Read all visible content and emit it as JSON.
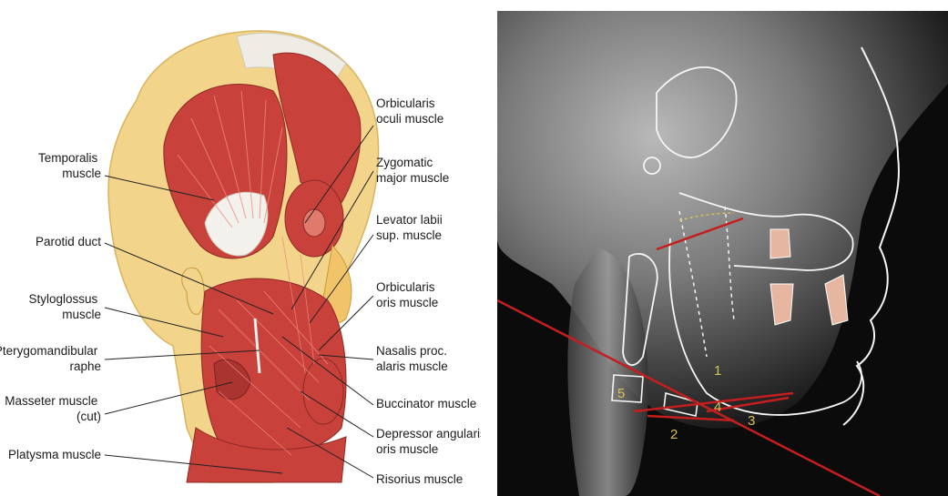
{
  "left_figure": {
    "labels_left": [
      {
        "lines": [
          "Temporalis",
          "muscle"
        ]
      },
      {
        "lines": [
          "Parotid duct"
        ]
      },
      {
        "lines": [
          "Styloglossus",
          "muscle"
        ]
      },
      {
        "lines": [
          "Pterygomandibular",
          "raphe"
        ]
      },
      {
        "lines": [
          "Masseter muscle",
          "(cut)"
        ]
      },
      {
        "lines": [
          "Platysma muscle"
        ]
      }
    ],
    "labels_right": [
      {
        "lines": [
          "Orbicularis",
          "oculi muscle"
        ]
      },
      {
        "lines": [
          "Zygomatic",
          "major muscle"
        ]
      },
      {
        "lines": [
          "Levator labii",
          "sup. muscle"
        ]
      },
      {
        "lines": [
          "Orbicularis",
          "oris muscle"
        ]
      },
      {
        "lines": [
          "Nasalis proc.",
          "alaris muscle"
        ]
      },
      {
        "lines": [
          "Buccinator muscle"
        ]
      },
      {
        "lines": [
          "Depressor angularis",
          "oris muscle"
        ]
      },
      {
        "lines": [
          "Risorius muscle"
        ]
      }
    ]
  },
  "right_figure": {
    "numbers": [
      "5",
      "1",
      "2",
      "3",
      "4"
    ]
  },
  "colors": {
    "bone": "#f2d58a",
    "muscle": "#c8413a",
    "muscle_light": "#e07a6c",
    "tendon": "#f3f1ec",
    "xray_line": "#c41e1e",
    "xray_outline": "#f5f5f5",
    "xray_number": "#d8c05a"
  }
}
